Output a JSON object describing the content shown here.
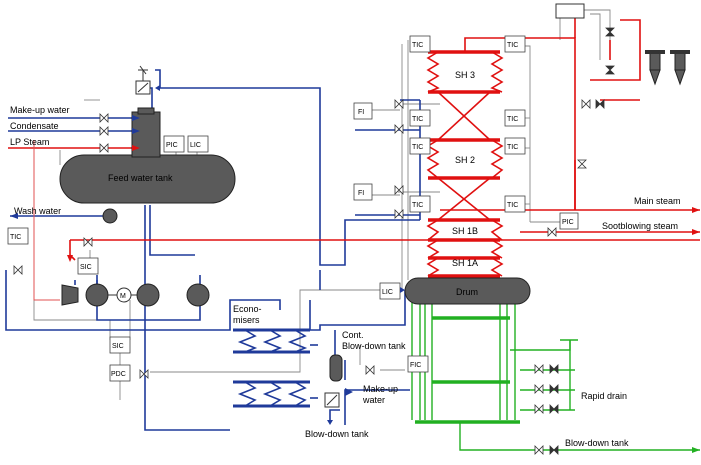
{
  "streams": {
    "makeup_water": "Make-up water",
    "condensate": "Condensate",
    "lp_steam": "LP Steam",
    "wash_water": "Wash water",
    "main_steam": "Main steam",
    "sootblowing_steam": "Sootblowing steam",
    "rapid_drain": "Rapid drain",
    "blowdown_tank_bottom_left": "Blow-down tank",
    "blowdown_tank_bottom_right": "Blow-down tank",
    "makeup_water_small": "Make-up",
    "makeup_water_small_2": "water"
  },
  "equipment": {
    "feed_water_tank": "Feed water tank",
    "drum": "Drum",
    "sh3": "SH 3",
    "sh2": "SH 2",
    "sh1b": "SH 1B",
    "sh1a": "SH 1A",
    "economisers_1": "Econo-",
    "economisers_2": "misers",
    "cont_blowdown_1": "Cont.",
    "cont_blowdown_2": "Blow-down tank",
    "motor": "M"
  },
  "instruments": {
    "pic_fw": "PIC",
    "lic_fw": "LIC",
    "tic_left": "TIC",
    "sic_1": "SIC",
    "sic_2": "SIC",
    "pdc": "PDC",
    "lic_drum": "LIC",
    "fic_blowdown": "FIC",
    "tic_sh3_left": "TIC",
    "tic_sh3_right": "TIC",
    "fi_1": "FI",
    "tic_mid_left": "TIC",
    "tic_mid_right": "TIC",
    "tic_sh2_left": "TIC",
    "tic_sh2_right": "TIC",
    "fi_2": "FI",
    "tic_sh1_left": "TIC",
    "tic_sh1_right": "TIC",
    "pic_main": "PIC"
  },
  "colors": {
    "water": "#1f3a9a",
    "steam": "#e01010",
    "drain": "#22b022",
    "signal": "#8a8a8a"
  }
}
